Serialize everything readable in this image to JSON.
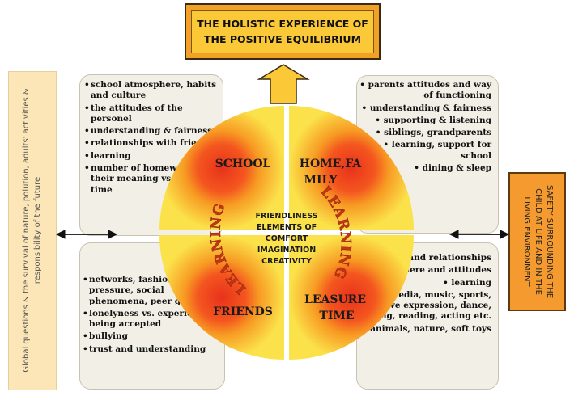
{
  "title": {
    "line1": "THE HOLISTIC EXPERIENCE OF",
    "line2": "THE POSITIVE EQUILIBRIUM"
  },
  "left_side_text": "Global questions & the survival of nature, polution, adults' activities & responsibility of the future",
  "right_side_text": "SAFETY SURROUNDING THE CHILD AT LIFE AND IN THE LIVING ENVIRONMENT",
  "quadrants": {
    "top_left": "SCHOOL",
    "top_right": [
      "HOME,FA",
      "MILY"
    ],
    "bottom_left": "FRIENDS",
    "bottom_right": [
      "LEASURE",
      "TIME"
    ]
  },
  "arc_word": "LEARNING",
  "center_lines": [
    "FRIENDLINESS",
    "ELEMENTS OF",
    "COMFORT",
    "IMAGINATION",
    "CREATIVITY"
  ],
  "lists": {
    "top_left": [
      "school atmosphere, habits and culture",
      "the attitudes of the personel",
      "understanding & fairness",
      "relationships with friends",
      "learning",
      "number of homework and their meaning vs leasure time"
    ],
    "top_right": [
      "parents attitudes and way of functioning",
      "understanding & fairness",
      "supporting & listening",
      "siblings, grandparents",
      "learning, support for school",
      "dining & sleep"
    ],
    "bottom_left": [
      "networks, fashion, group pressure, social phenomena, peer groups",
      "lonelyness vs. experience of being accepted",
      "bullying",
      "trust and understanding"
    ],
    "bottom_right": [
      "friends and relationships",
      "atmosphere and attitudes",
      "learning",
      "media, music, sports, creative expression, dance, writing, reading, acting etc.",
      "animals, nature, soft toys"
    ]
  },
  "colors": {
    "circle_center": "#e8321c",
    "circle_mid": "#f79a23",
    "circle_edge": "#fbe24a",
    "title_fill": "#fbc838",
    "right_box_fill": "#f49a2e",
    "left_box_fill": "#fce6b8",
    "corner_box_fill": "#f2efe6"
  },
  "icons": [
    "up-arrow-icon",
    "left-double-arrow-icon",
    "right-double-arrow-icon"
  ]
}
